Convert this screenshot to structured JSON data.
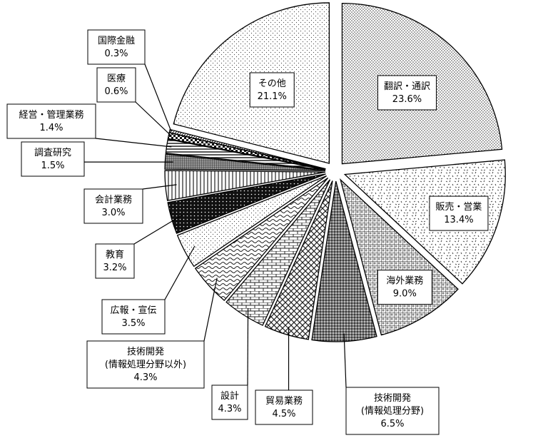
{
  "chart_data": {
    "type": "pie",
    "title": "",
    "exploded": true,
    "start_angle_from_top_deg": 0,
    "direction": "clockwise",
    "slices": [
      {
        "label": "翻訳・通訳",
        "value": 23.6,
        "value_label": "23.6%",
        "pattern": "dots-dense"
      },
      {
        "label": "販売・営業",
        "value": 13.4,
        "value_label": "13.4%",
        "pattern": "scatter-dash"
      },
      {
        "label": "海外業務",
        "value": 9.0,
        "value_label": "9.0%",
        "pattern": "grid"
      },
      {
        "label": "技術開発\n(情報処理分野)",
        "value": 6.5,
        "value_label": "6.5%",
        "pattern": "dots-dark"
      },
      {
        "label": "貿易業務",
        "value": 4.5,
        "value_label": "4.5%",
        "pattern": "diamond"
      },
      {
        "label": "設計",
        "value": 4.3,
        "value_label": "4.3%",
        "pattern": "brick"
      },
      {
        "label": "技術開発\n(情報処理分野以外)",
        "value": 4.3,
        "value_label": "4.3%",
        "pattern": "wave"
      },
      {
        "label": "広報・宣伝",
        "value": 3.5,
        "value_label": "3.5%",
        "pattern": "dots-sparse"
      },
      {
        "label": "教育",
        "value": 3.2,
        "value_label": "3.2%",
        "pattern": "black-dots"
      },
      {
        "label": "会計業務",
        "value": 3.0,
        "value_label": "3.0%",
        "pattern": "vlines"
      },
      {
        "label": "調査研究",
        "value": 1.5,
        "value_label": "1.5%",
        "pattern": "grid-dense"
      },
      {
        "label": "経営・管理業務",
        "value": 1.4,
        "value_label": "1.4%",
        "pattern": "hstripe"
      },
      {
        "label": "医療",
        "value": 0.6,
        "value_label": "0.6%",
        "pattern": "check"
      },
      {
        "label": "国際金融",
        "value": 0.3,
        "value_label": "0.3%",
        "pattern": "diag"
      },
      {
        "label": "その他",
        "value": 21.1,
        "value_label": "21.1%",
        "pattern": "dots-sparse"
      }
    ],
    "legend": "none"
  }
}
